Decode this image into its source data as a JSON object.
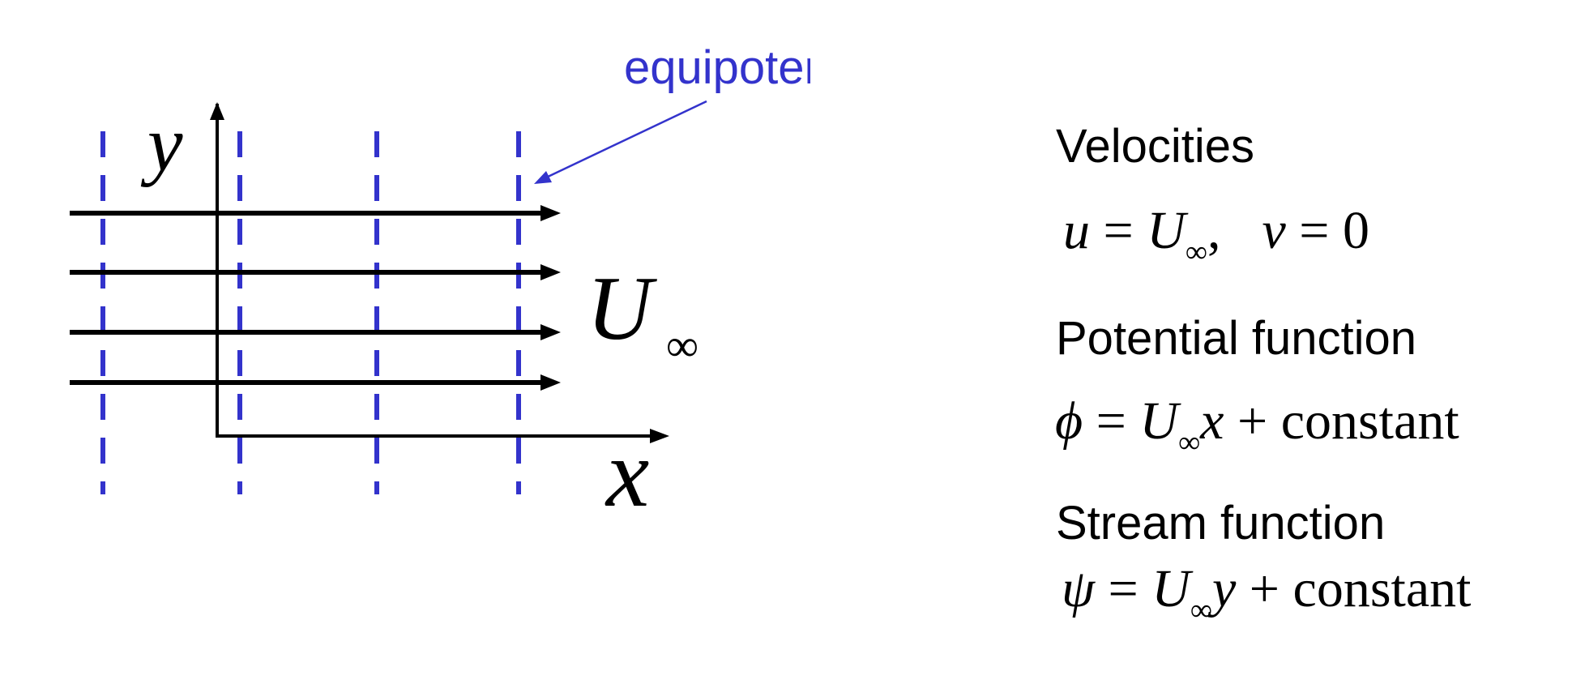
{
  "diagram": {
    "annotation_label": "equipotentials",
    "axis_x_label": "x",
    "axis_y_label": "y",
    "flow_label_main": "U",
    "flow_label_sub": "∞",
    "colors": {
      "annotation": "#3333cc",
      "equipotential": "#3333cc",
      "streamline": "#000000",
      "axis": "#000000"
    },
    "streamline_count": 4,
    "equipotential_count": 4
  },
  "sections": {
    "velocities": {
      "heading": "Velocities",
      "u": "u",
      "U": "U",
      "inf": "∞",
      "comma": ",",
      "v": "v",
      "zero": "0"
    },
    "potential": {
      "heading": "Potential function",
      "phi": "ϕ",
      "U": "U",
      "inf": "∞",
      "x": "x",
      "constant": "constant"
    },
    "stream": {
      "heading": "Stream function",
      "psi": "ψ",
      "U": "U",
      "inf": "∞",
      "y": "y",
      "constant": "constant"
    }
  }
}
